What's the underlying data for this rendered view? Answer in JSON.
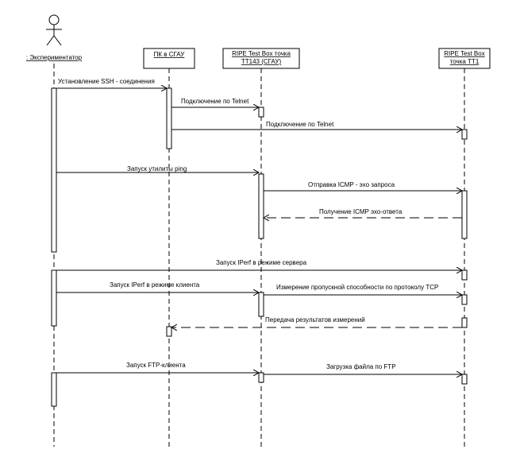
{
  "actor": {
    "name": ": Экспериментатор"
  },
  "objects": [
    {
      "name": "ПК в СГАУ",
      "lines": [
        "ПК в СГАУ"
      ]
    },
    {
      "name": "RIPE Test Box точка ТТ143 (СГАУ)",
      "lines": [
        "RIPE Test Box точка",
        "ТТ143 (СГАУ)"
      ]
    },
    {
      "name": "RIPE Test Box точка ТТ1",
      "lines": [
        "RIPE Test Box",
        "точка ТТ1"
      ]
    }
  ],
  "messages": [
    {
      "label": "Установление SSH - соединения"
    },
    {
      "label": "Подключение по Telnet"
    },
    {
      "label": "Подключение по Telnet"
    },
    {
      "label": "Запуск утилиты ping"
    },
    {
      "label": "Отправка ICMP - эхо запроса"
    },
    {
      "label": "Получение ICMP эхо-ответа"
    },
    {
      "label": "Запуск IPerf в режиме сервера"
    },
    {
      "label": "Запуск IPerf в режиме клиента"
    },
    {
      "label": "Измерение пропускной способности по протоколу TCP"
    },
    {
      "label": "Передача результатов измерений"
    },
    {
      "label": "Запуск FTP-клиента"
    },
    {
      "label": "Загрузка файла по FTP"
    }
  ],
  "colors": {
    "line": "#000000",
    "background": "#ffffff"
  }
}
